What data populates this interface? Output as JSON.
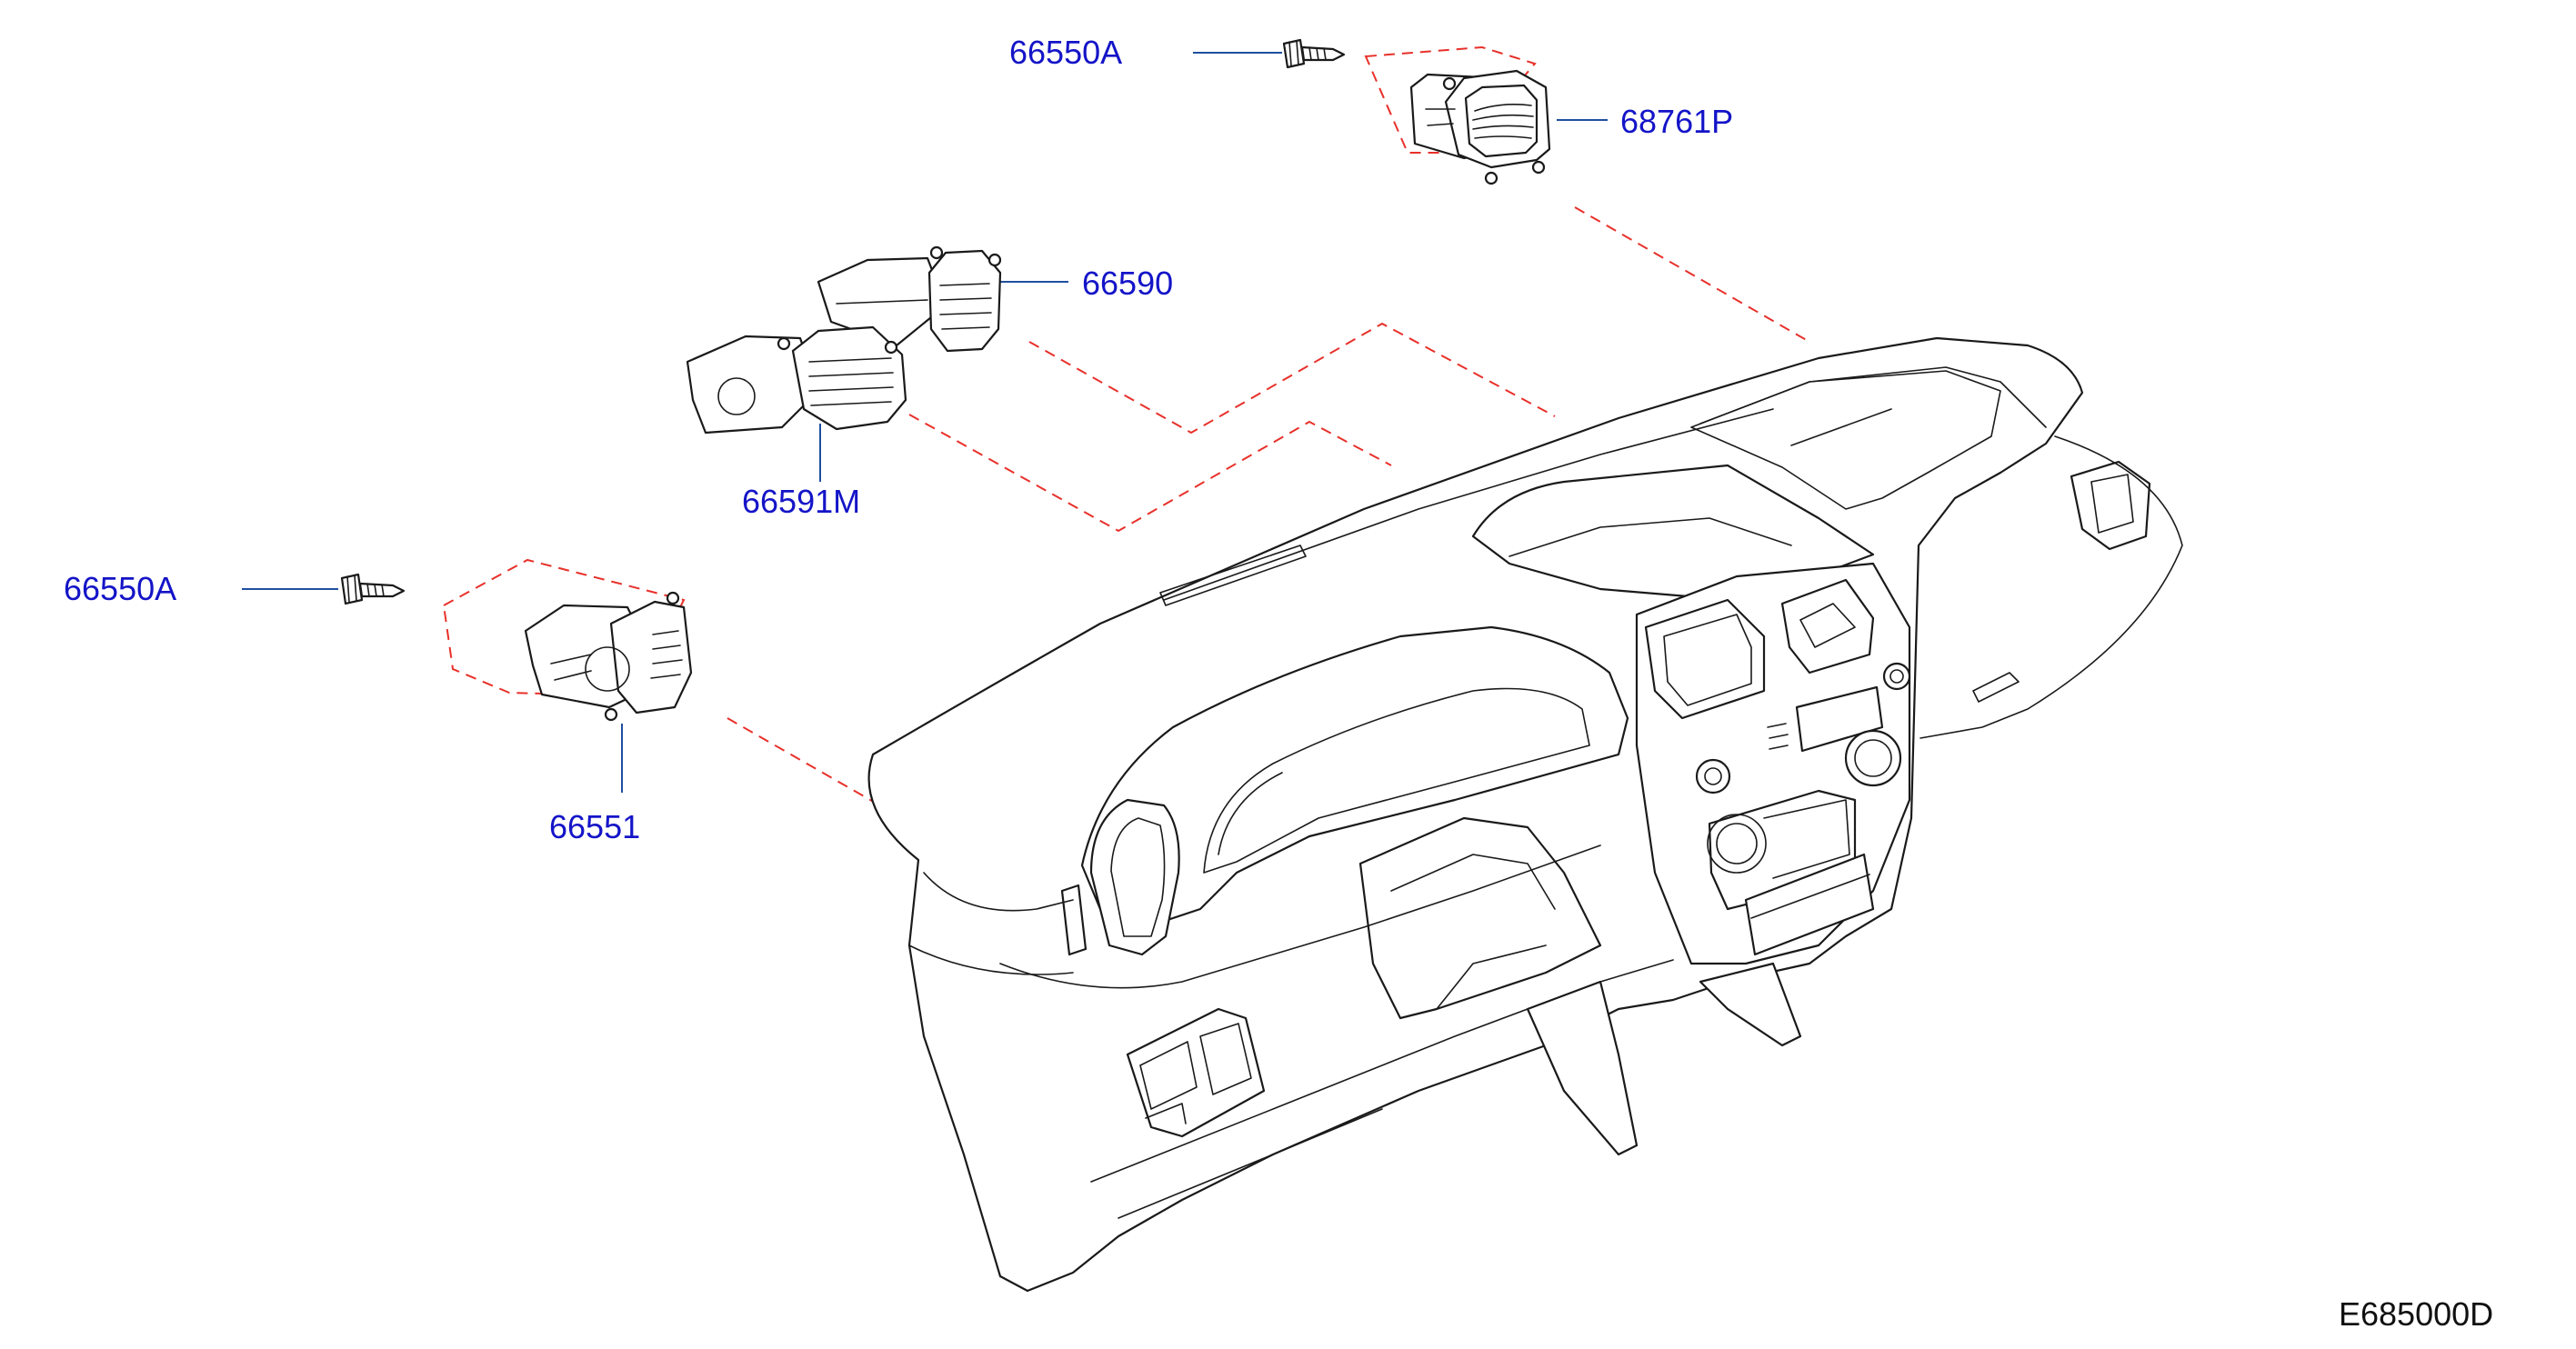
{
  "colors": {
    "callout": "#1414c8",
    "leader": "#1f4fa0",
    "dash": "#e8302a",
    "ink": "#1a1a1a",
    "code": "#111111"
  },
  "callouts": {
    "screw_top": "66550A",
    "center_vent": "68761P",
    "side_vent_right": "66590",
    "side_vent_left": "66591M",
    "screw_left": "66550A",
    "side_vent_bottom": "66551"
  },
  "diagram_code": "E685000D"
}
